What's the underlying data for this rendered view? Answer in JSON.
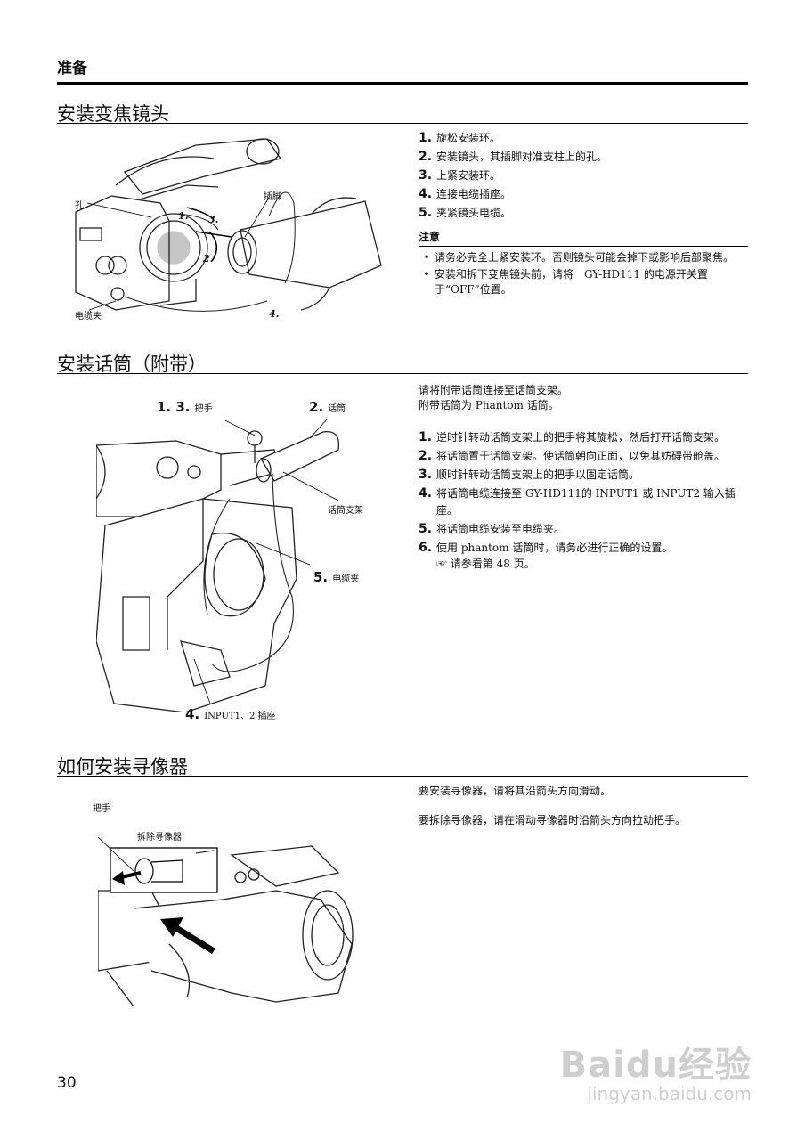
{
  "header": {
    "chapter": "准备"
  },
  "section1": {
    "title": "安装变焦镜头",
    "steps": [
      {
        "num": "1.",
        "text": "旋松安装环。"
      },
      {
        "num": "2.",
        "text": "安装镜头，其插脚对准支柱上的孔。"
      },
      {
        "num": "3.",
        "text": "上紧安装环。"
      },
      {
        "num": "4.",
        "text": "连接电缆插座。"
      },
      {
        "num": "5.",
        "text": "夹紧镜头电缆。"
      }
    ],
    "note_title": "注意",
    "notes": [
      "请务必完全上紧安装环。否则镜头可能会掉下或影响后部聚焦。",
      "安装和拆下变焦镜头前，请将　GY-HD111 的电源开关置于“OFF”位置。"
    ],
    "figure_labels": {
      "hole": "孔",
      "pin": "插脚",
      "cable_clamp": "电缆夹",
      "n1": "1.",
      "n2": "2.",
      "n3": "3.",
      "n4": "4."
    }
  },
  "section2": {
    "title": "安装话筒（附带）",
    "intro": [
      "请将附带话筒连接至话筒支架。",
      "附带话筒为 Phantom 话筒。"
    ],
    "steps": [
      {
        "num": "1.",
        "text": "逆时针转动话筒支架上的把手将其旋松，然后打开话筒支架。"
      },
      {
        "num": "2.",
        "text": "将话筒置于话筒支架。使话筒朝向正面，以免其妨碍带舱盖。"
      },
      {
        "num": "3.",
        "text": "顺时针转动话筒支架上的把手以固定话筒。"
      },
      {
        "num": "4.",
        "text": "将话筒电缆连接至 GY-HD111的 INPUT1 或 INPUT2 输入插座。"
      },
      {
        "num": "5.",
        "text": "将话筒电缆安装至电缆夹。"
      },
      {
        "num": "6.",
        "text": "使用 phantom 话筒时，请务必进行正确的设置。"
      }
    ],
    "ref": "☞ 请参看第 48 页。",
    "figure_labels": {
      "handle_num": "1. 3.",
      "handle": "把手",
      "mic_num": "2.",
      "mic": "话筒",
      "holder": "话筒支架",
      "clamp_num": "5.",
      "clamp": "电缆夹",
      "input_num": "4.",
      "input": "INPUT1、2 插座"
    }
  },
  "section3": {
    "title": "如何安装寻像器",
    "paras": [
      "要安装寻像器，请将其沿箭头方向滑动。",
      "要拆除寻像器，请在滑动寻像器时沿箭头方向拉动把手。"
    ],
    "figure_labels": {
      "handle": "把手",
      "remove": "拆除寻像器"
    }
  },
  "footer": {
    "page": "30"
  },
  "watermark": {
    "brand": "Baidu经验",
    "url": "jingyan.baidu.com"
  }
}
